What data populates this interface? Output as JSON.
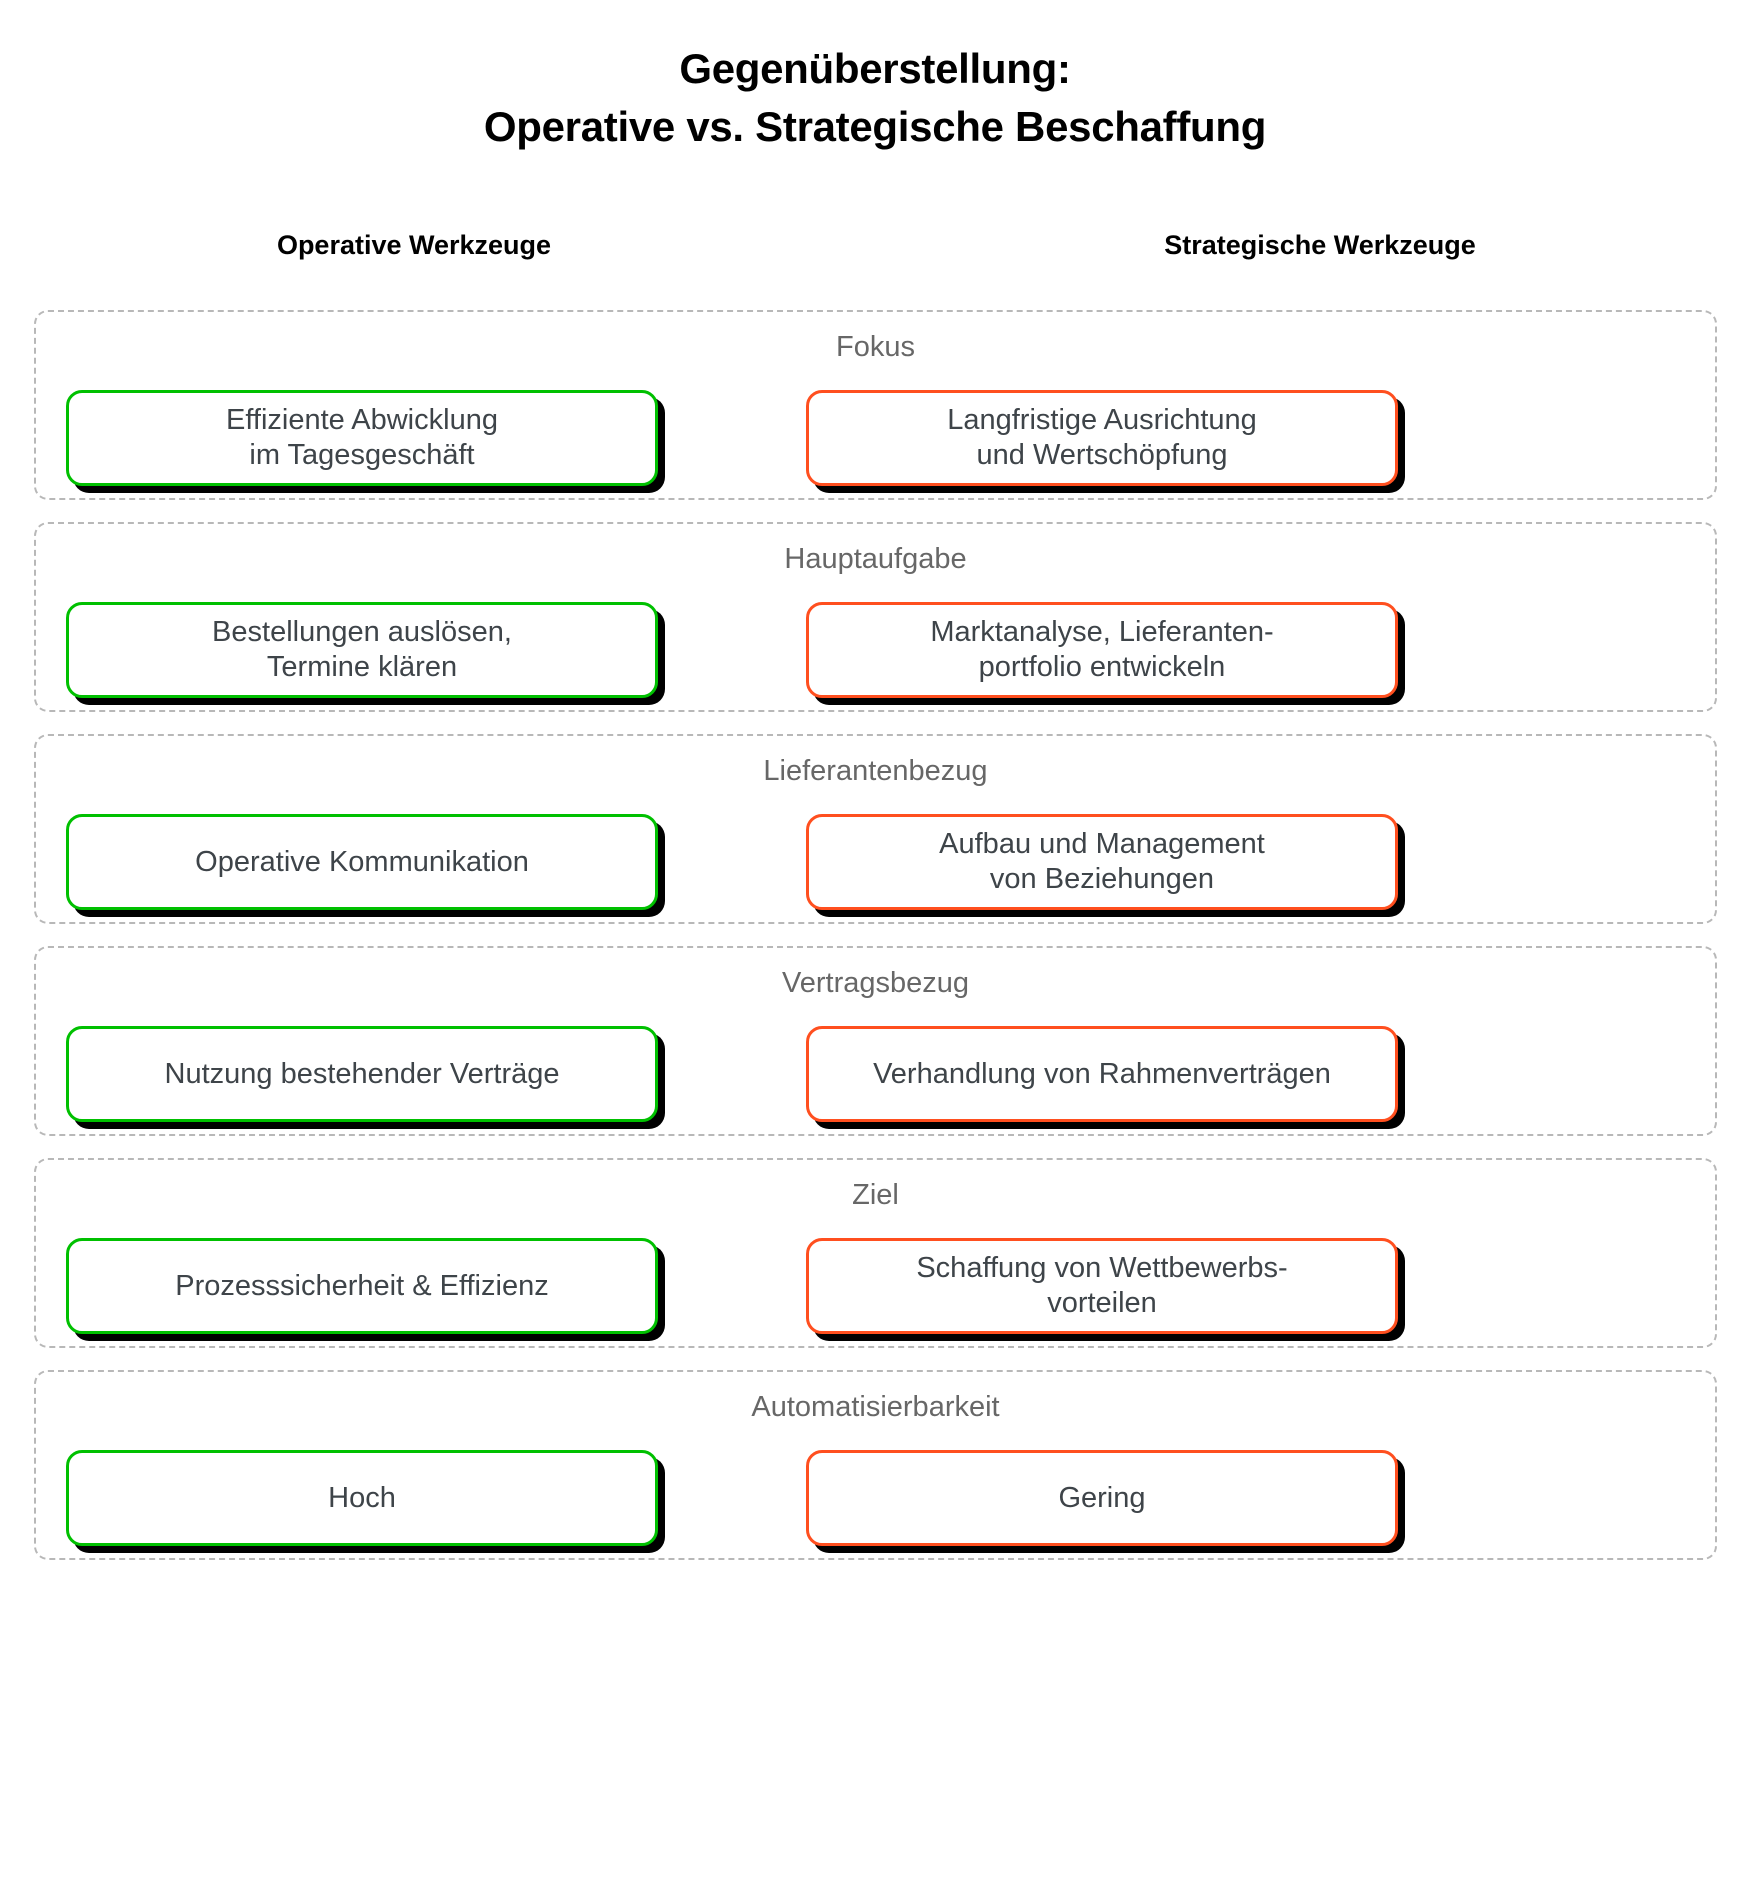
{
  "title": {
    "line1": "Gegenüberstellung:",
    "line2": "Operative vs. Strategische Beschaffung"
  },
  "columns": {
    "left_header": "Operative Werkzeuge",
    "right_header": "Strategische Werkzeuge"
  },
  "colors": {
    "operative_border": "#00c000",
    "strategische_border": "#ff4f1f",
    "shadow": "#000000",
    "row_border": "#b8b8b8",
    "label_text": "#676767",
    "box_text": "#3e4449"
  },
  "rows": [
    {
      "label": "Fokus",
      "left": "Effiziente Abwicklung\nim Tagesgeschäft",
      "right": "Langfristige Ausrichtung\nund Wertschöpfung"
    },
    {
      "label": "Hauptaufgabe",
      "left": "Bestellungen auslösen,\nTermine klären",
      "right": "Marktanalyse, Lieferanten-\nportfolio entwickeln"
    },
    {
      "label": "Lieferantenbezug",
      "left": "Operative Kommunikation",
      "right": "Aufbau und Management\nvon Beziehungen"
    },
    {
      "label": "Vertragsbezug",
      "left": "Nutzung bestehender Verträge",
      "right": "Verhandlung von Rahmenverträgen"
    },
    {
      "label": "Ziel",
      "left": "Prozesssicherheit & Effizienz",
      "right": "Schaffung von Wettbewerbs-\nvorteilen"
    },
    {
      "label": "Automatisierbarkeit",
      "left": "Hoch",
      "right": "Gering"
    }
  ]
}
